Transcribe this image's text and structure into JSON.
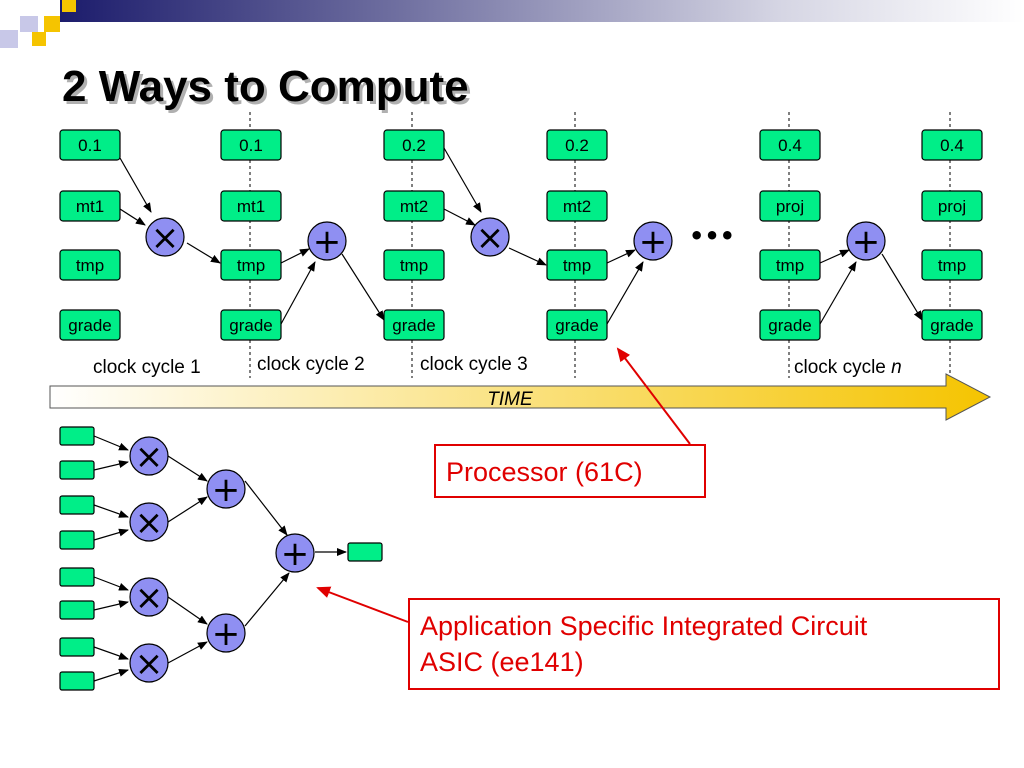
{
  "title": "2 Ways to Compute",
  "processor_section": {
    "columns": [
      {
        "registers": [
          "0.1",
          "mt1",
          "tmp",
          "grade"
        ]
      },
      {
        "registers": [
          "0.1",
          "mt1",
          "tmp",
          "grade"
        ]
      },
      {
        "registers": [
          "0.2",
          "mt2",
          "tmp",
          "grade"
        ]
      },
      {
        "registers": [
          "0.2",
          "mt2",
          "tmp",
          "grade"
        ]
      },
      {
        "registers": [
          "0.4",
          "proj",
          "tmp",
          "grade"
        ]
      },
      {
        "registers": [
          "0.4",
          "proj",
          "tmp",
          "grade"
        ]
      }
    ],
    "operators": {
      "multiply": "×",
      "add": "+"
    },
    "ellipsis": "•••",
    "clock_cycles": [
      "clock cycle 1",
      "clock cycle 2",
      "clock cycle 3"
    ],
    "clock_cycle_n_prefix": "clock cycle ",
    "clock_cycle_n_var": "n",
    "time_label": "TIME"
  },
  "callouts": {
    "processor": "Processor (61C)",
    "asic_line1": "Application Specific Integrated Circuit",
    "asic_line2": "ASIC (ee141)"
  },
  "colors": {
    "register_fill": "#00ee88",
    "operator_fill": "#8f8ff2",
    "callout_red": "#e00000",
    "time_arrow_start": "#ffffff",
    "time_arrow_end": "#f5c400",
    "deco_navy": "#1c1c6c",
    "deco_yellow": "#f5c400"
  }
}
